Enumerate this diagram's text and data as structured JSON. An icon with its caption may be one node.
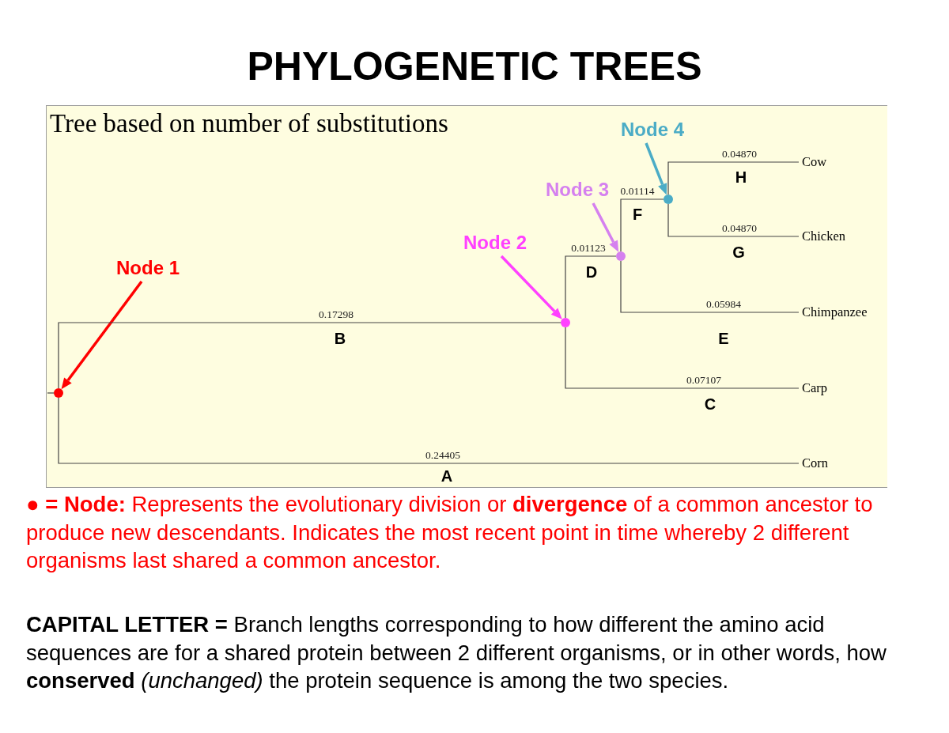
{
  "diagram": {
    "title": "PHYLOGENETIC TREES",
    "nodes": [
      {
        "text": [
          "Tree based on number of substitutions"
        ]
      },
      {
        "text": [
          "Node 4"
        ],
        "in": 0
      },
      {
        "text": [
          "Node 3"
        ],
        "in": 0
      },
      {
        "text": [
          "Node 2"
        ],
        "in": 0
      },
      {
        "text": [
          "Node 1"
        ],
        "in": 0
      },
      {
        "text": [],
        "shape": "circle",
        "in": 0
      },
      {
        "text": [],
        "shape": "circle",
        "in": 0
      },
      {
        "text": [],
        "shape": "circle",
        "in": 0
      },
      {
        "text": [],
        "shape": "circle",
        "in": 0
      },
      {
        "text": [
          "Cow"
        ],
        "in": 0
      },
      {
        "text": [
          "Chicken"
        ],
        "in": 0
      },
      {
        "text": [
          "Chimpanzee"
        ],
        "in": 0
      },
      {
        "text": [
          "Carp"
        ],
        "in": 0
      },
      {
        "text": [
          "Corn"
        ],
        "in": 0
      }
    ],
    "edges": [
      {
        "from": 1,
        "to": 8,
        "arrow": "to",
        "style": "thick",
        "color": "#4bacc6"
      },
      {
        "from": 2,
        "to": 7,
        "arrow": "to",
        "style": "thick",
        "color": "#d580ef"
      },
      {
        "from": 3,
        "to": 6,
        "arrow": "to",
        "style": "thick",
        "color": "#ff40ff"
      },
      {
        "from": 4,
        "to": 5,
        "arrow": "to",
        "style": "thick",
        "color": "#ff0000"
      },
      {
        "from": 5,
        "to": 6,
        "arrow": "none",
        "label": "0.17298"
      },
      {
        "from": 5,
        "to": 13,
        "arrow": "none",
        "label": "0.24405"
      },
      {
        "from": 6,
        "to": 7,
        "arrow": "none",
        "label": "0.01123"
      },
      {
        "from": 6,
        "to": 12,
        "arrow": "none",
        "label": "0.07107"
      },
      {
        "from": 7,
        "to": 8,
        "arrow": "none",
        "label": "0.01114"
      },
      {
        "from": 7,
        "to": 11,
        "arrow": "none",
        "label": "0.05984"
      },
      {
        "from": 8,
        "to": 9,
        "arrow": "none",
        "label": "0.04870"
      },
      {
        "from": 8,
        "to": 10,
        "arrow": "none",
        "label": "0.04870"
      }
    ],
    "labels": [
      "H",
      "F",
      "G",
      "D",
      "B",
      "E",
      "C",
      "A",
      "**● = Node:** Represents the evolutionary division or **divergence** of a common ancestor to produce new descendants. Indicates the most recent point in time whereby 2 different organisms last shared a common ancestor.",
      "**CAPITAL LETTER =** Branch lengths corresponding to how different the amino acid sequences are for a shared protein between 2 different organisms, or in other words, how **conserved** *(unchanged)* the protein sequence is among the two species."
    ]
  }
}
